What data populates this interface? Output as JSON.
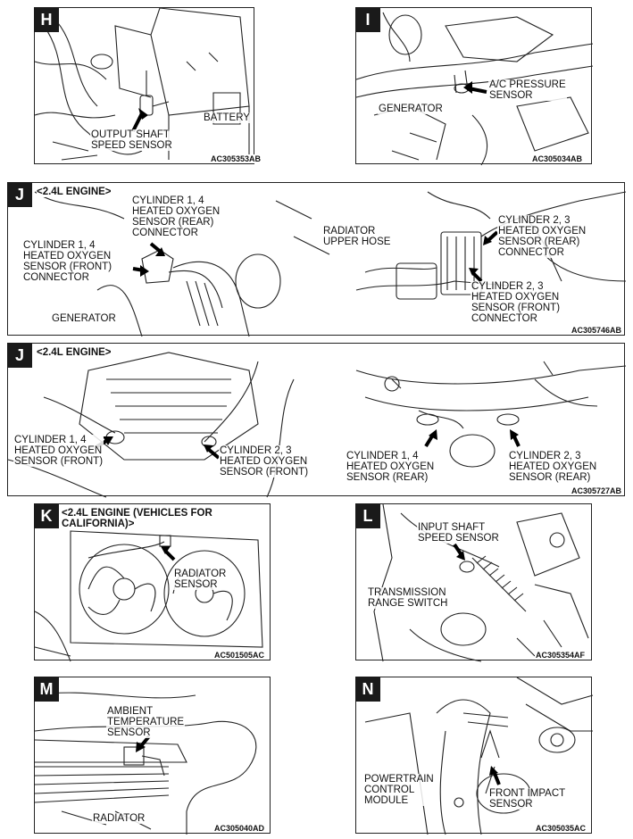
{
  "panels": {
    "H": {
      "letter": "H",
      "labels": {
        "output_shaft": [
          "OUTPUT SHAFT",
          "SPEED SENSOR"
        ],
        "battery": "BATTERY"
      },
      "code": "AC305353AB"
    },
    "I": {
      "letter": "I",
      "labels": {
        "ac_pressure": [
          "A/C PRESSURE",
          "SENSOR"
        ],
        "generator": "GENERATOR"
      },
      "code": "AC305034AB"
    },
    "J1": {
      "letter": "J",
      "engine_note": "<2.4L ENGINE>",
      "labels": {
        "cyl14_rear_conn": [
          "CYLINDER 1, 4",
          "HEATED OXYGEN",
          "SENSOR (REAR)",
          "CONNECTOR"
        ],
        "cyl14_front_conn": [
          "CYLINDER 1, 4",
          "HEATED OXYGEN",
          "SENSOR (FRONT)",
          "CONNECTOR"
        ],
        "generator": "GENERATOR",
        "radiator_upper_hose": [
          "RADIATOR",
          "UPPER HOSE"
        ],
        "cyl23_rear_conn": [
          "CYLINDER 2, 3",
          "HEATED OXYGEN",
          "SENSOR (REAR)",
          "CONNECTOR"
        ],
        "cyl23_front_conn": [
          "CYLINDER 2, 3",
          "HEATED OXYGEN",
          "SENSOR (FRONT)",
          "CONNECTOR"
        ]
      },
      "code": "AC305746AB"
    },
    "J2": {
      "letter": "J",
      "engine_note": "<2.4L ENGINE>",
      "labels": {
        "cyl14_front": [
          "CYLINDER 1, 4",
          "HEATED OXYGEN",
          "SENSOR (FRONT)"
        ],
        "cyl23_front": [
          "CYLINDER 2, 3",
          "HEATED OXYGEN",
          "SENSOR (FRONT)"
        ],
        "cyl14_rear": [
          "CYLINDER 1, 4",
          "HEATED OXYGEN",
          "SENSOR (REAR)"
        ],
        "cyl23_rear": [
          "CYLINDER 2, 3",
          "HEATED OXYGEN",
          "SENSOR (REAR)"
        ]
      },
      "code": "AC305727AB"
    },
    "K": {
      "letter": "K",
      "engine_note": [
        "<2.4L ENGINE (VEHICLES FOR",
        "CALIFORNIA)>"
      ],
      "labels": {
        "radiator_sensor": [
          "RADIATOR",
          "SENSOR"
        ]
      },
      "code": "AC501505AC"
    },
    "L": {
      "letter": "L",
      "labels": {
        "input_shaft": [
          "INPUT SHAFT",
          "SPEED SENSOR"
        ],
        "trans_range": [
          "TRANSMISSION",
          "RANGE SWITCH"
        ]
      },
      "code": "AC305354AF"
    },
    "M": {
      "letter": "M",
      "labels": {
        "ambient": [
          "AMBIENT",
          "TEMPERATURE",
          "SENSOR"
        ],
        "radiator": "RADIATOR"
      },
      "code": "AC305040AD"
    },
    "N": {
      "letter": "N",
      "labels": {
        "pcm": [
          "POWERTRAIN",
          "CONTROL",
          "MODULE"
        ],
        "front_impact": [
          "FRONT IMPACT",
          "SENSOR"
        ]
      },
      "code": "AC305035AC"
    }
  }
}
